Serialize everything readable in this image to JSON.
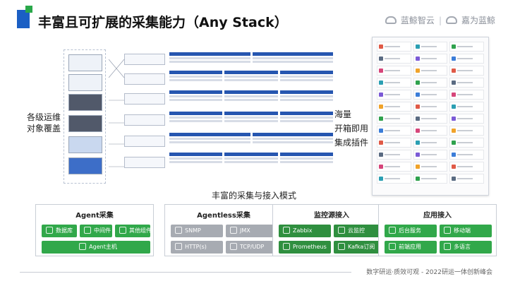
{
  "slide": {
    "title": "丰富且可扩展的采集能力（Any Stack）"
  },
  "brand": {
    "logo_left": "蓝鲸智云",
    "separator": "|",
    "logo_right": "嘉为蓝鲸"
  },
  "captions": {
    "left_line1": "各级运维",
    "left_line2": "对象覆盖",
    "mid_line1": "海量",
    "mid_line2": "开箱即用",
    "mid_line3": "集成插件"
  },
  "section_title": "丰富的采集与接入模式",
  "panels": [
    {
      "title": "Agent采集",
      "chips": [
        "数据库",
        "中间件",
        "其他组件",
        "Agent主机"
      ],
      "color": "#31a84a"
    },
    {
      "title": "Agentless采集",
      "chips": [
        "SNMP",
        "JMX",
        "HTTP(s)",
        "TCP/UDP"
      ],
      "color": "#a7abb2"
    },
    {
      "title": "监控源接入",
      "chips": [
        "Zabbix",
        "云监控",
        "Prometheus",
        "Kafka订阅"
      ],
      "color": "#2f8f3f"
    },
    {
      "title": "应用接入",
      "chips": [
        "后台服务",
        "移动端",
        "前端应用",
        "多语言"
      ],
      "color": "#31a84a"
    }
  ],
  "footer": {
    "text": "数字研运·质效可观 - 2022研运一体创新峰会"
  },
  "icons": {
    "database": "database-icon",
    "middleware": "middleware-icon",
    "component": "component-icon",
    "agent_host": "server-icon",
    "snmp": "network-icon",
    "jmx": "java-icon",
    "http": "globe-icon",
    "tcp": "socket-icon",
    "zabbix": "zabbix-icon",
    "cloud": "cloud-icon",
    "prometheus": "prometheus-icon",
    "kafka": "kafka-icon",
    "backend": "service-icon",
    "mobile": "mobile-icon",
    "frontend": "browser-icon",
    "multilang": "code-icon"
  }
}
